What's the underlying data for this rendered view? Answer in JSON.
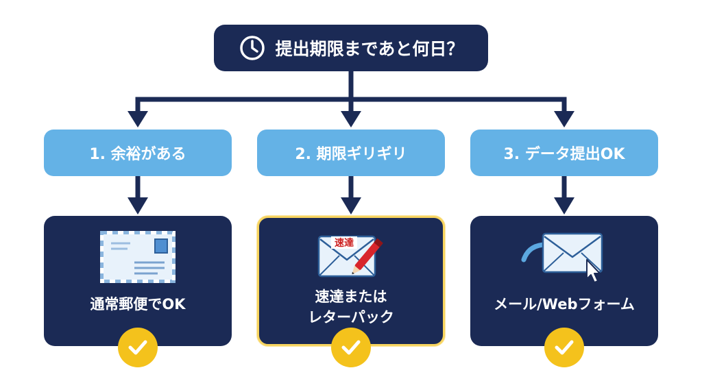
{
  "header": {
    "question": "提出期限まであと何日？",
    "icon": "clock-icon"
  },
  "options": [
    {
      "label": "1. 余裕がある",
      "result_lines": [
        "通常郵便でOK"
      ],
      "icon": "envelope-stamp-icon",
      "check_icon": "check-icon",
      "highlighted": false
    },
    {
      "label": "2. 期限ギリギリ",
      "result_lines": [
        "速達または",
        "レターパック"
      ],
      "icon": "express-envelope-icon",
      "icon_text": "速達",
      "check_icon": "check-icon",
      "highlighted": true
    },
    {
      "label": "3. データ提出OK",
      "result_lines": [
        "メール/Webフォーム"
      ],
      "icon": "email-send-icon",
      "check_icon": "check-icon",
      "highlighted": false
    }
  ],
  "colors": {
    "navy": "#1b2a55",
    "light_blue": "#64b2e6",
    "check_yellow": "#f4c21c",
    "highlight_border": "#f7d460"
  }
}
